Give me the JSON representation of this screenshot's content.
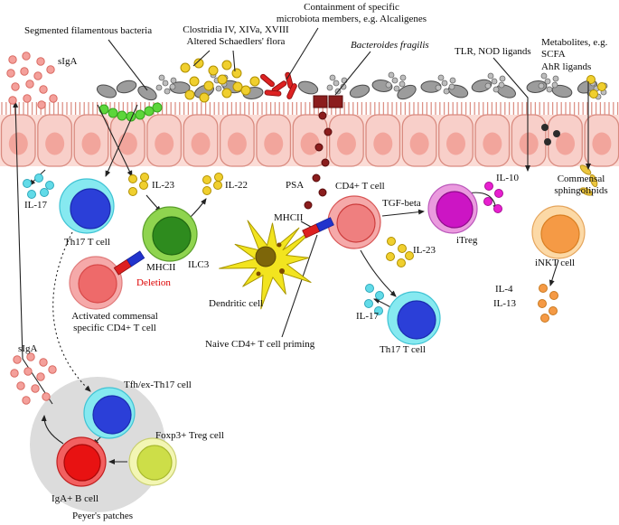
{
  "labels": {
    "segmented": "Segmented filamentous bacteria",
    "clostridia": "Clostridia IV, XIVa, XVIII\nAltered Schaedlers' flora",
    "containment": "Containment of specific\nmicrobiota members, e.g. Alcaligenes",
    "bacteroides": "Bacteroides fragilis",
    "tlr_nod": "TLR, NOD ligands",
    "metabolites": "Metabolites, e.g.\nSCFA\nAhR ligands",
    "siga": "sIgA",
    "il17": "IL-17",
    "th17": "Th17 T cell",
    "il23": "IL-23",
    "il22": "IL-22",
    "ilc3": "ILC3",
    "mhcii": "MHCII",
    "deletion": "Deletion",
    "activated_cd4": "Activated commensal\nspecific CD4+ T cell",
    "dendritic": "Dendritic cell",
    "psa": "PSA",
    "cd4": "CD4+ T cell",
    "tgf_beta": "TGF-beta",
    "itreg": "iTreg",
    "il10": "IL-10",
    "naive_priming": "Naive CD4+ T cell priming",
    "commensal_sphingolipids": "Commensal\nsphingolipids",
    "inkt": "iNKT cell",
    "il4": "IL-4",
    "il13": "IL-13",
    "tfh": "Tfh/ex-Th17 cell",
    "foxp3": "Foxp3+ Treg cell",
    "iga_b": "IgA+ B cell",
    "peyers": "Peyer's patches"
  },
  "colors": {
    "epithelium": "#f8cfc9",
    "epithelium_nucleus": "#f2a59c",
    "siga_dot": "#f4a09b",
    "sfb_green": "#5cd63a",
    "clostridia_yellow": "#f0cf2e",
    "alcaligenes_red": "#dd2222",
    "bacteroides_dark_red": "#8b1d1d",
    "cytokine_cyan": "#62dbe8",
    "cytokine_yellow": "#f0cf2e",
    "cytokine_magenta": "#e81fd0",
    "cytokine_orange": "#f59a45",
    "th17_blue": "#2b3fd8",
    "ilc3_green": "#2e8b1e",
    "treg_magenta": "#cc15c4",
    "inkt_orange": "#f59a45",
    "b_cell_red": "#e81212",
    "dendritic_yellow": "#f2e41f",
    "mhc_red": "#dd2020",
    "mhc_blue": "#2233cc",
    "deletion_red": "#dd0000",
    "peyers_gray": "#dcdcdc"
  }
}
